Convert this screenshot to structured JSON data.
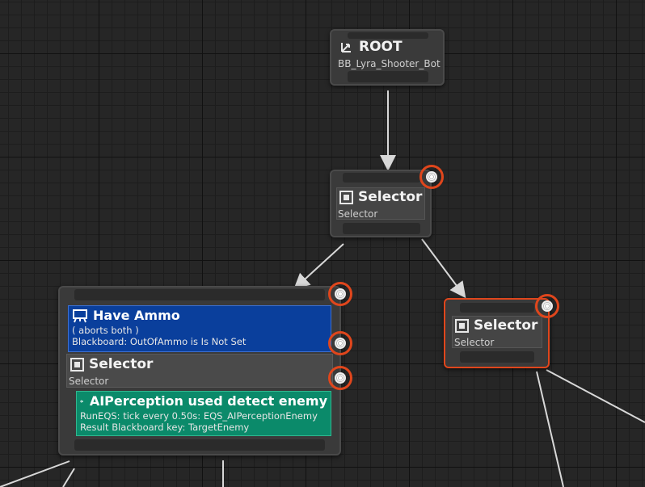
{
  "root": {
    "title": "ROOT",
    "subtitle": "BB_Lyra_Shooter_Bot",
    "icon": "root-icon"
  },
  "selector_main": {
    "title": "Selector",
    "subtitle": "Selector",
    "icon": "selector-icon"
  },
  "selector_right": {
    "title": "Selector",
    "subtitle": "Selector",
    "icon": "selector-icon"
  },
  "composite": {
    "decorator": {
      "title": "Have Ammo",
      "line1": "( aborts both )",
      "line2": "Blackboard: OutOfAmmo is Is Not Set",
      "icon": "blackboard-icon",
      "color": "#0a3f9c"
    },
    "selector": {
      "title": "Selector",
      "subtitle": "Selector",
      "icon": "selector-icon"
    },
    "service": {
      "title": "AIPerception used detect enemy",
      "line1": "RunEQS: tick every 0.50s: EQS_AIPerceptionEnemy",
      "line2": "Result Blackboard key: TargetEnemy",
      "icon": "service-icon",
      "color": "#0b8a6a"
    }
  },
  "colors": {
    "highlight": "#e0461c",
    "background": "#262626"
  }
}
